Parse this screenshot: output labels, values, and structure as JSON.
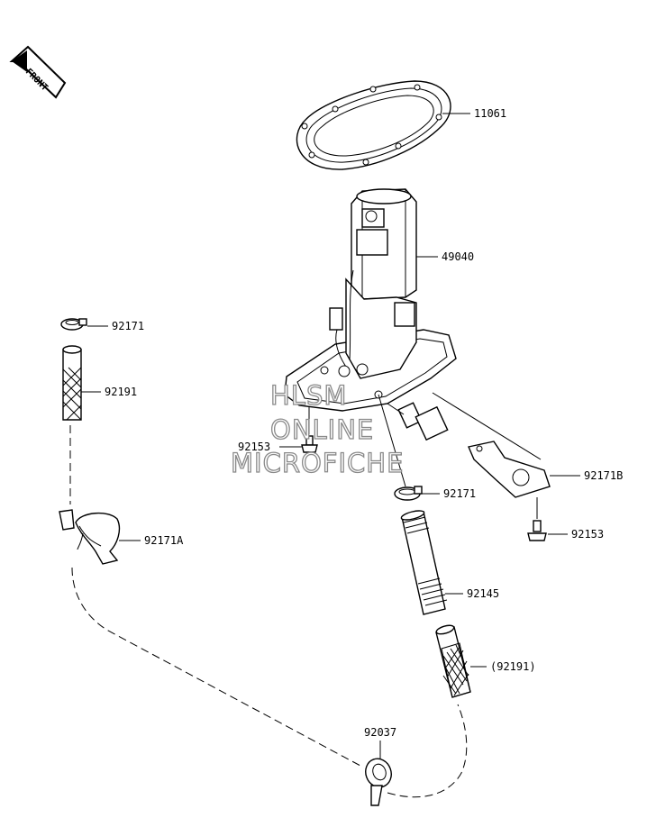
{
  "front_label": "FRONT",
  "watermark": [
    "HLSM",
    "ONLINE",
    "MICROFICHE"
  ],
  "callouts": {
    "c11061": "11061",
    "c49040": "49040",
    "c92171_hose": "92171",
    "c92191_hose": "92191",
    "c92153_left": "92153",
    "c92171B": "92171B",
    "c92171_center": "92171",
    "c92171A": "92171A",
    "c92153_right": "92153",
    "c92145": "92145",
    "c92191_paren": "(92191)",
    "c92037": "92037"
  }
}
